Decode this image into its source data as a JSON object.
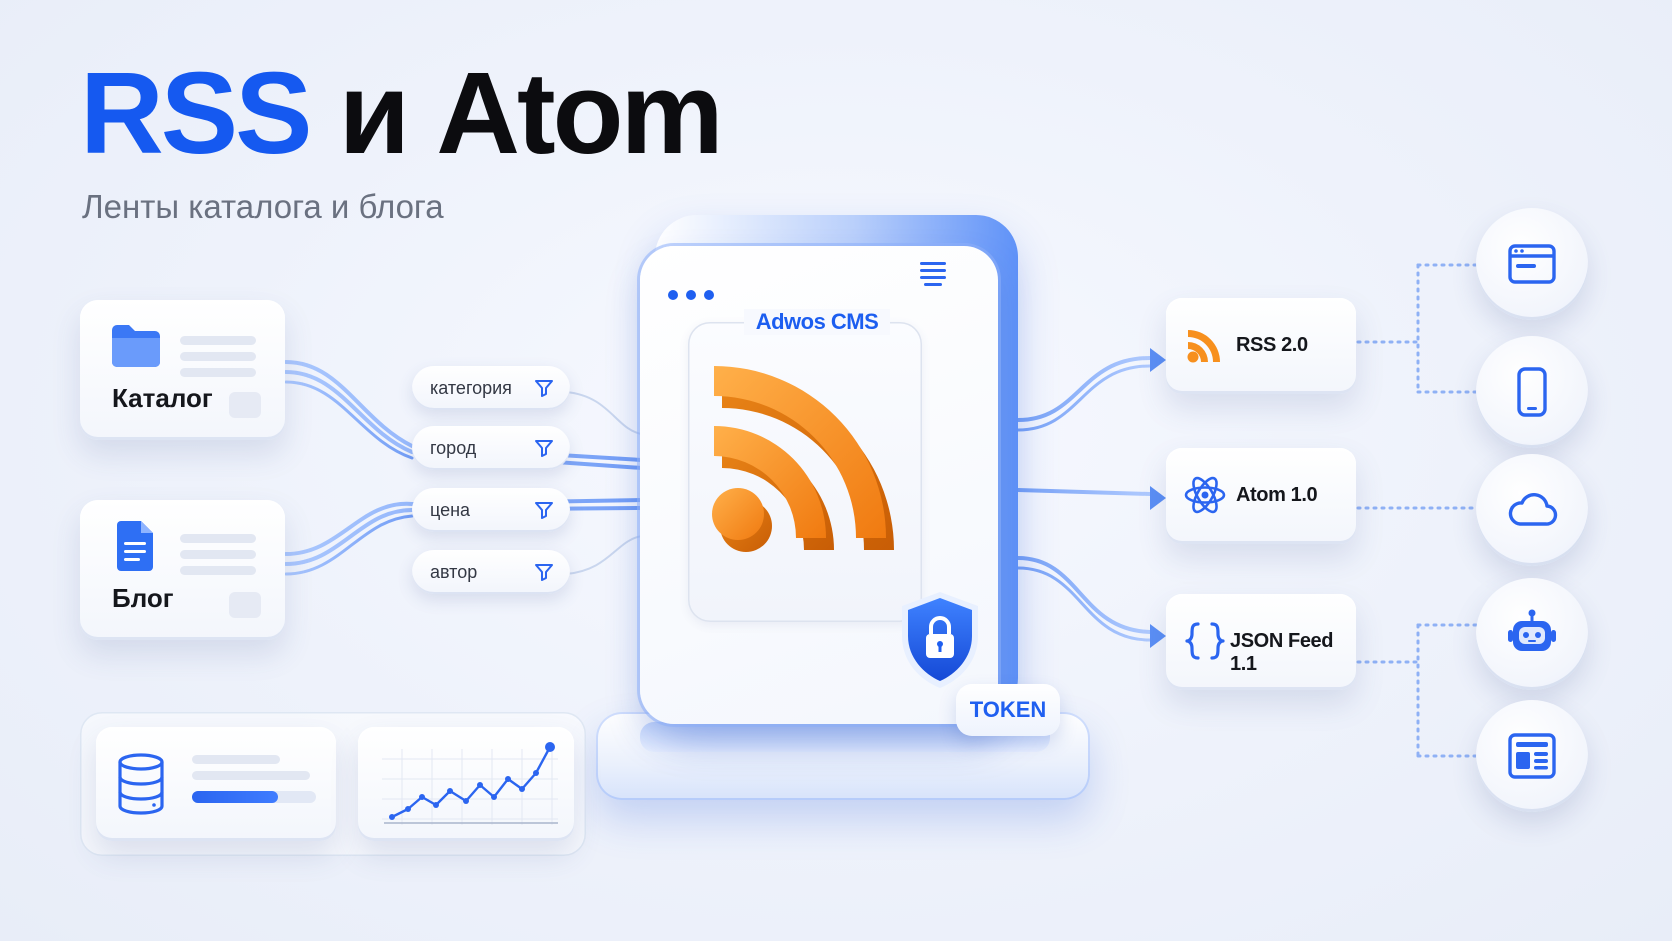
{
  "header": {
    "title_accent": "RSS",
    "title_rest": " и Atom",
    "subtitle": "Ленты каталога и блога"
  },
  "sources": [
    {
      "label": "Каталог",
      "icon": "folder-icon"
    },
    {
      "label": "Блог",
      "icon": "document-icon"
    }
  ],
  "filters": [
    {
      "label": "категория",
      "icon": "filter-icon"
    },
    {
      "label": "город",
      "icon": "filter-icon"
    },
    {
      "label": "цена",
      "icon": "filter-icon"
    },
    {
      "label": "автор",
      "icon": "filter-icon"
    }
  ],
  "cms": {
    "name": "Adwos CMS",
    "main_icon": "rss-icon",
    "security_icon": "shield-lock-icon",
    "token_label": "TOKEN"
  },
  "formats": [
    {
      "label": "RSS 2.0",
      "icon": "rss-icon"
    },
    {
      "label": "Atom 1.0",
      "icon": "atom-icon"
    },
    {
      "label": "JSON Feed 1.1",
      "icon": "braces-icon"
    }
  ],
  "consumers": [
    {
      "icon": "browser-window-icon"
    },
    {
      "icon": "smartphone-icon"
    },
    {
      "icon": "cloud-icon"
    },
    {
      "icon": "robot-icon"
    },
    {
      "icon": "news-layout-icon"
    }
  ],
  "stats": {
    "left_icon": "database-icon",
    "right_icon": "line-chart-icon"
  },
  "colors": {
    "accent_blue": "#1559f0",
    "rss_orange": "#f7901e",
    "text_dark": "#0c0c0f",
    "text_muted": "#6a7180"
  }
}
